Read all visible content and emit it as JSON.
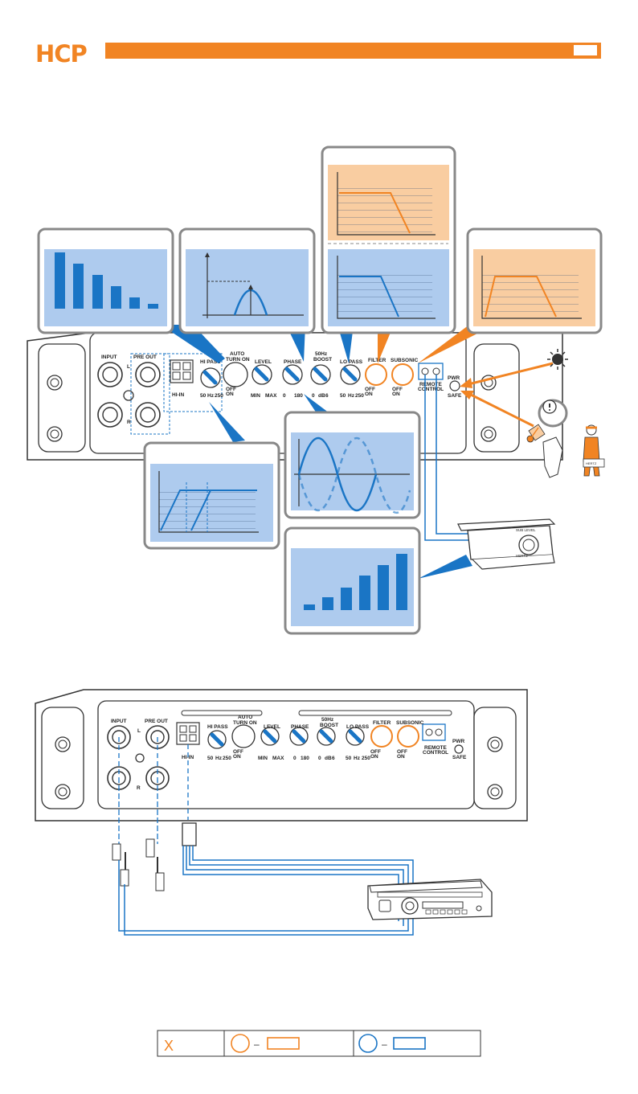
{
  "header": {
    "logo": "HCP"
  },
  "panel": {
    "input": "INPUT",
    "pre_out": "PRE OUT",
    "left": "L",
    "right": "R",
    "hi_in": "HI-IN",
    "hi_pass": "HI PASS",
    "hi_pass_scale": [
      "50",
      "Hz",
      "250"
    ],
    "auto_turn_on": [
      "AUTO",
      "TURN ON"
    ],
    "off": "OFF",
    "on": "ON",
    "level": "LEVEL",
    "level_scale": [
      "MIN",
      "MAX"
    ],
    "phase": "PHASE",
    "phase_scale": [
      "0",
      "180"
    ],
    "boost": [
      "50Hz",
      "BOOST"
    ],
    "boost_scale": [
      "0",
      "dB",
      "6"
    ],
    "lo_pass": "LO PASS",
    "lo_pass_scale": [
      "50",
      "Hz",
      "250"
    ],
    "filter": "FILTER",
    "subsonic": "SUBSONIC",
    "remote": [
      "REMOTE",
      "CONTROL"
    ],
    "pwr": "PWR",
    "safe": "SAFE"
  },
  "remote_knob": {
    "label_top": "SUB LEVEL",
    "label_bottom": "HERTZ"
  },
  "box_label": "HERTZ",
  "legend": {
    "x_mark": "X",
    "dash": "–"
  },
  "colors": {
    "orange": "#f18423",
    "blue": "#1a75c5",
    "light_blue": "#aecbee",
    "light_orange": "#f9cda1",
    "grey": "#888888",
    "dark": "#333333"
  }
}
